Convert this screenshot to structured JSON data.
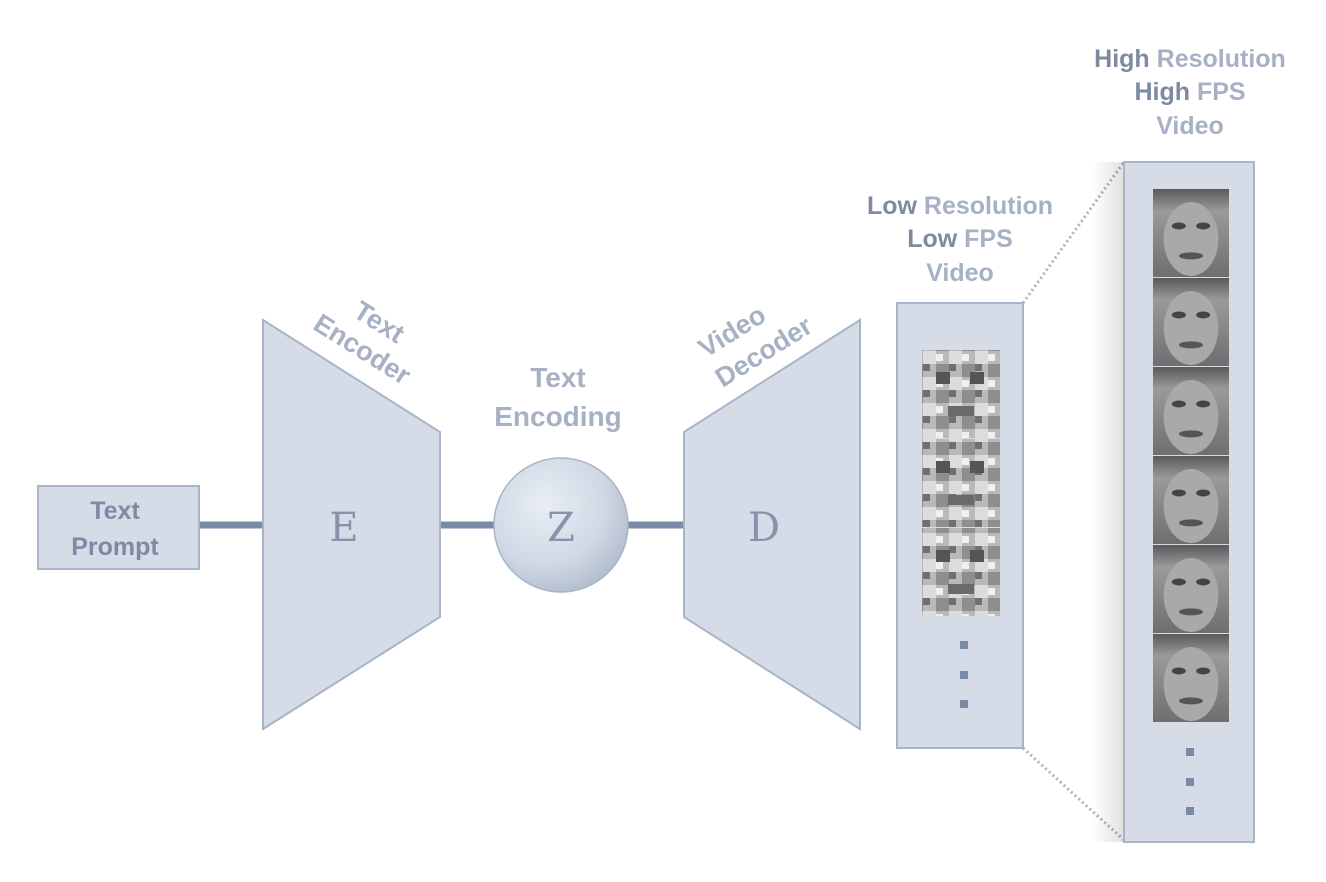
{
  "colors": {
    "shape_fill": "#d5dce7",
    "shape_stroke": "#a8b5c8",
    "connector": "#7c8ba5",
    "label_light": "#a6b1c4",
    "label_dark": "#7d8aa2",
    "letter": "#8693ab",
    "dots": "#7989a6"
  },
  "input": {
    "label_line1": "Text",
    "label_line2": "Prompt"
  },
  "encoder": {
    "title_line1": "Text",
    "title_line2": "Encoder",
    "letter": "E"
  },
  "latent": {
    "title_line1": "Text",
    "title_line2": "Encoding",
    "letter": "Z"
  },
  "decoder": {
    "title_line1": "Video",
    "title_line2": "Decoder",
    "letter": "D"
  },
  "low_video": {
    "title": [
      {
        "dark": "Low",
        "light": "Resolution"
      },
      {
        "dark": "Low",
        "light": "FPS"
      },
      {
        "dark": "",
        "light": "Video"
      }
    ],
    "frame_count": 3,
    "ellipsis": "⋮"
  },
  "high_video": {
    "title": [
      {
        "dark": "High",
        "light": "Resolution"
      },
      {
        "dark": "High",
        "light": "FPS"
      },
      {
        "dark": "",
        "light": "Video"
      }
    ],
    "frame_count": 6,
    "ellipsis": "⋮"
  }
}
